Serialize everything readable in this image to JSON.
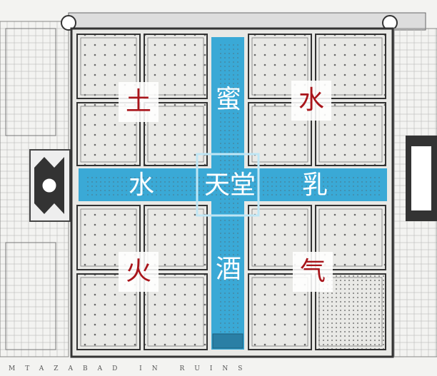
{
  "quadrant_labels": {
    "top_left": "土",
    "top_right": "水",
    "bottom_left": "火",
    "bottom_right": "气"
  },
  "axis_labels": {
    "north": "蜜",
    "west": "水",
    "east": "乳",
    "south": "酒",
    "center": "天堂"
  },
  "caption": "MTAZABAD IN RUINS",
  "colors": {
    "channel": "#3aa9d6",
    "quadrant_text": "#a8141a",
    "axis_text": "#ffffff",
    "map_line": "#444444",
    "paper": "#f3f3f1"
  }
}
